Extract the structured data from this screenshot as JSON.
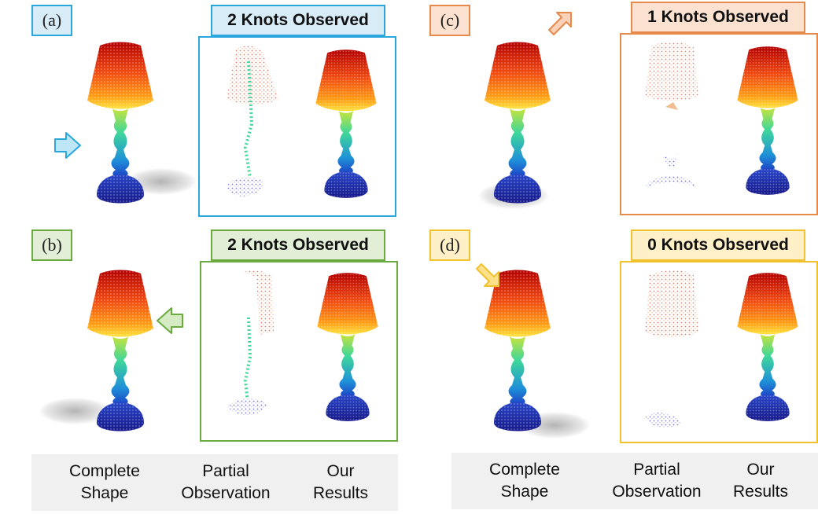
{
  "colors": {
    "a": "#2aa8dd",
    "a_fill": "#d8ecf8",
    "b": "#6aab3f",
    "b_fill": "#e2efd6",
    "c": "#e68a4c",
    "c_fill": "#fbe1d0",
    "d": "#f2c12e",
    "d_fill": "#fff0c8"
  },
  "panels": {
    "a": {
      "tag": "(a)",
      "title": "2 Knots Observed"
    },
    "b": {
      "tag": "(b)",
      "title": "2 Knots Observed"
    },
    "c": {
      "tag": "(c)",
      "title": "1 Knots Observed"
    },
    "d": {
      "tag": "(d)",
      "title": "0 Knots Observed"
    }
  },
  "captions": {
    "left": {
      "complete_1": "Complete",
      "complete_2": "Shape",
      "partial_1": "Partial",
      "partial_2": "Observation",
      "ours_1": "Our",
      "ours_2": "Results"
    },
    "right": {
      "complete_1": "Complete",
      "complete_2": "Shape",
      "partial_1": "Partial",
      "partial_2": "Observation",
      "ours_1": "Our",
      "ours_2": "Results"
    }
  },
  "icons": [
    "arrow-icon",
    "lamp-icon"
  ]
}
